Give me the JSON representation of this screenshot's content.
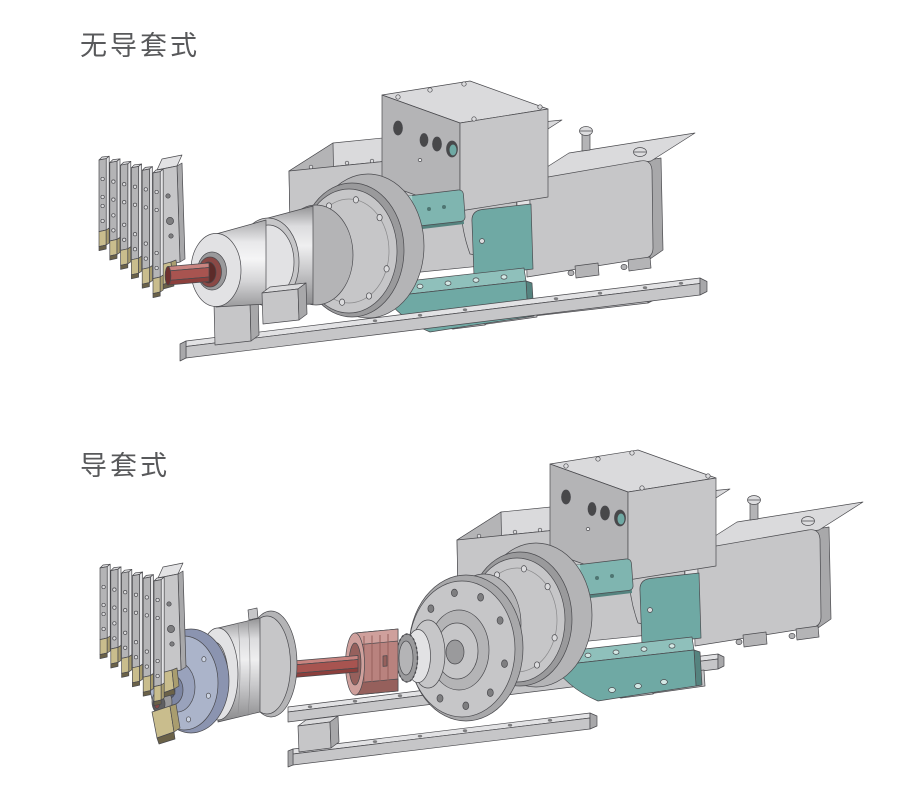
{
  "figures": [
    {
      "id": "no-guide-bushing",
      "label": "无导套式"
    },
    {
      "id": "guide-bushing",
      "label": "导套式"
    }
  ],
  "colors": {
    "background": "#ffffff",
    "label_text": "#58595b",
    "machine_grey_top": "#dadadc",
    "machine_grey_front": "#c6c6c8",
    "machine_grey_side": "#a8a8aa",
    "outline": "#4a4a4e",
    "base_teal": "#6fa9a4",
    "base_teal_top": "#8fc0bb",
    "bar_red": "#a85450",
    "collar_pink": "#b9827e",
    "bushing_flange_blue": "#abb4ca",
    "tool_tip_khaki": "#c9bd8d"
  }
}
